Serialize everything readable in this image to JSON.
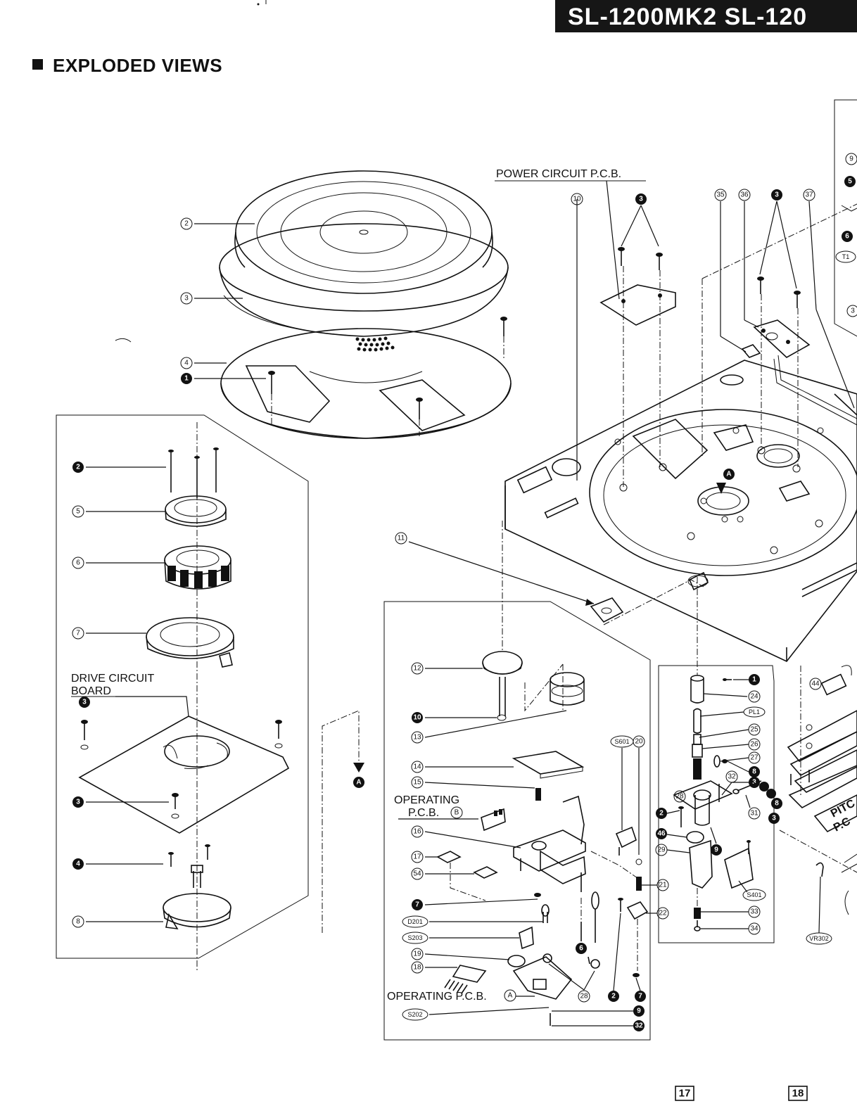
{
  "header": {
    "title": "SL-1200MK2  SL-120"
  },
  "section_title": "EXPLODED VIEWS",
  "labels": {
    "power_pcb": "POWER CIRCUIT P.C.B.",
    "drive_board_1": "DRIVE CIRCUIT",
    "drive_board_2": "BOARD",
    "op_pcb_b_1": "OPERATING",
    "op_pcb_b_2": "P.C.B.",
    "op_pcb_b_mark": "B",
    "op_pcb_a": "OPERATING P.C.B.",
    "op_pcb_a_mark": "A",
    "pitch": "PITC",
    "pitch_2": "P.C",
    "ref_a": "A"
  },
  "ref_designators": {
    "s601": "S601",
    "d201": "D201",
    "s203": "S203",
    "s202": "S202",
    "s401": "S401",
    "vr302": "VR302",
    "pl1": "PL1",
    "t1": "T1"
  },
  "page_numbers": {
    "left": "17",
    "right": "18"
  }
}
